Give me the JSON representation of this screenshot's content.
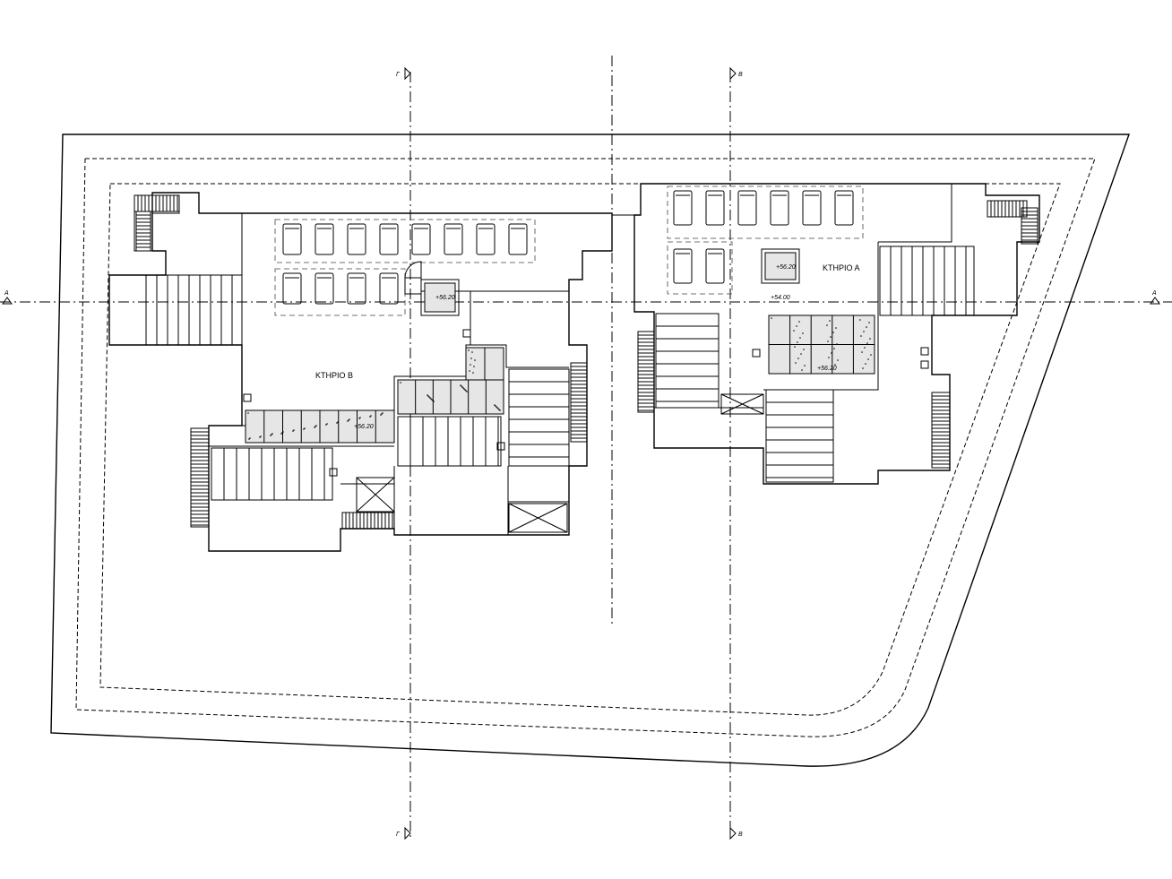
{
  "buildings": {
    "a": {
      "label": "ΚΤΗΡΙΟ Α"
    },
    "b": {
      "label": "ΚΤΗΡΙΟ Β"
    }
  },
  "sections": {
    "gamma_top": "Γ",
    "gamma_bottom": "Γ",
    "beta_top": "Β",
    "beta_bottom": "Β",
    "alpha_left": "Α",
    "alpha_right": "Α"
  },
  "elevations": {
    "b_stair": "+56.20",
    "b_roof": "+56.20",
    "a_core": "+56.20",
    "a_roof": "+56.20",
    "a_level": "+54.00"
  },
  "icons": {
    "section_marker": "section-arrow-icon",
    "door_swing": "door-swing-icon"
  }
}
